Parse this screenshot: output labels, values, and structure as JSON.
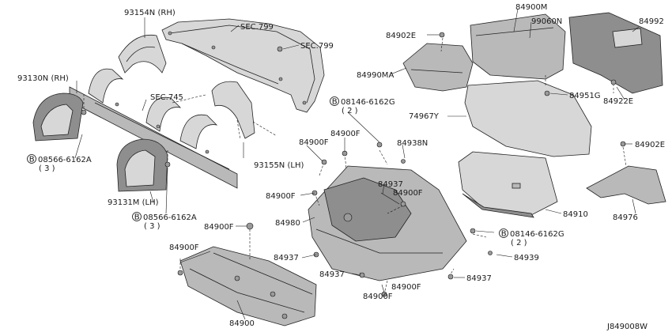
{
  "diagram_id": "J849008W",
  "labels": {
    "p93154N": "93154N (RH)",
    "sec799a": "SEC.799",
    "sec799b": "SEC.799",
    "p93130N": "93130N (RH)",
    "sec745": "SEC.745",
    "p93155N": "93155N (LH)",
    "b08566a": "08566-6162A",
    "b08566a_q": "( 3 )",
    "p93131M": "93131M (LH)",
    "b08566b": "08566-6162A",
    "b08566b_q": "( 3 )",
    "p84900F_a": "84900F",
    "p84900F_b": "84900F",
    "p84900F_c": "84900F",
    "p84900F_d": "84900F",
    "p84900F_e": "84900F",
    "p84900F_f": "84900F",
    "p84900F_g": "84900F",
    "p84900F_h": "84900F",
    "p84900": "84900",
    "p84980": "84980",
    "p84937_a": "84937",
    "p84937_b": "84937",
    "p84937_c": "84937",
    "p84937_d": "84937",
    "p84938N": "84938N",
    "b08146a": "08146-6162G",
    "b08146a_q": "( 2 )",
    "p84902E_a": "84902E",
    "p84990MA": "84990MA",
    "p84900M": "84900M",
    "p99060N": "99060N",
    "p84992": "84992",
    "p84951G": "84951G",
    "p84922E": "84922E",
    "p74967Y": "74967Y",
    "p84902E_b": "84902E",
    "p84910": "84910",
    "p84976": "84976",
    "b08146b": "08146-6162G",
    "b08146b_q": "( 2 )",
    "p84939": "84939",
    "p84937_e": "84937"
  },
  "bolt_symbol": "B",
  "icons": [
    "bolt-callout-icon",
    "clip-fastener-icon"
  ]
}
